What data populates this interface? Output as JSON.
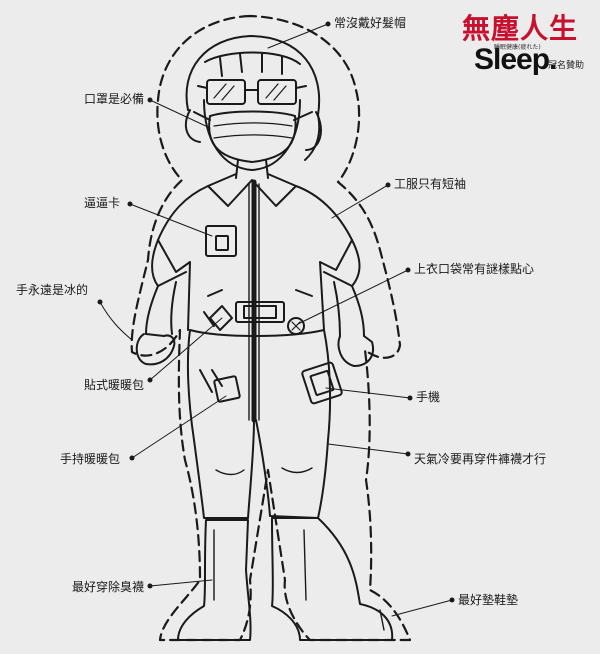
{
  "brand": {
    "title": "無塵人生",
    "sleep": "Sleep.",
    "tagline": "睡眠健康(疲れた)",
    "sponsor": "冠名贊助"
  },
  "labels": {
    "no_hair_cap": "常沒戴好髮帽",
    "mask_required": "口罩是必備",
    "short_sleeves": "工服只有短袖",
    "badge_card": "逼逼卡",
    "pocket_snacks": "上衣口袋常有謎樣點心",
    "cold_hands": "手永遠是冰的",
    "stick_warmer": "貼式暖暖包",
    "phone": "手機",
    "hand_warmer": "手持暖暖包",
    "cold_pants": "天氣冷要再穿件褲襪才行",
    "deodorant_socks": "最好穿除臭襪",
    "insoles": "最好墊鞋墊"
  },
  "colors": {
    "brand_red": "#c8102e",
    "ink": "#1a1a1a",
    "background": "#ececec"
  }
}
